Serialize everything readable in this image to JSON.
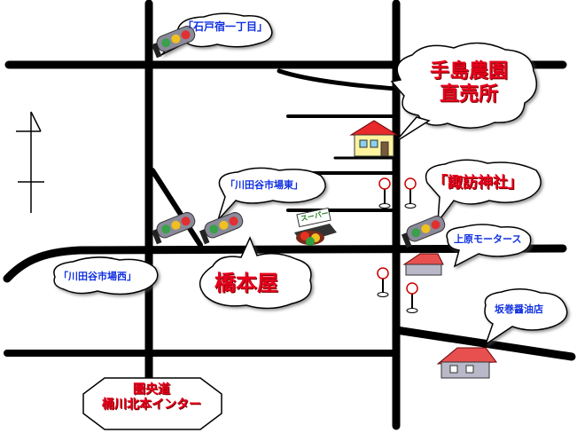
{
  "labels": {
    "ishido": "「石戸宿一丁目」",
    "teshima_line1": "手島農園",
    "teshima_line2": "直売所",
    "kawadaya_higashi": "「川田谷市場東」",
    "suwa": "「諏訪神社」",
    "uehara": "上原モータース",
    "kawadaya_nishi": "「川田谷市場西」",
    "hashimotoya": "橋本屋",
    "sakamaki": "坂巻醤油店",
    "ic_line1": "圏央道",
    "ic_line2": "桶川北本インター",
    "super_sign": "スーパー"
  },
  "colors": {
    "road": "#000000",
    "blue_text": "#1030e0",
    "red_text": "#e8001c",
    "house_roof": "#e8282a",
    "house_wall": "#fff3a0",
    "building_roof": "#e85050",
    "building_wall": "#b8b8c8"
  }
}
